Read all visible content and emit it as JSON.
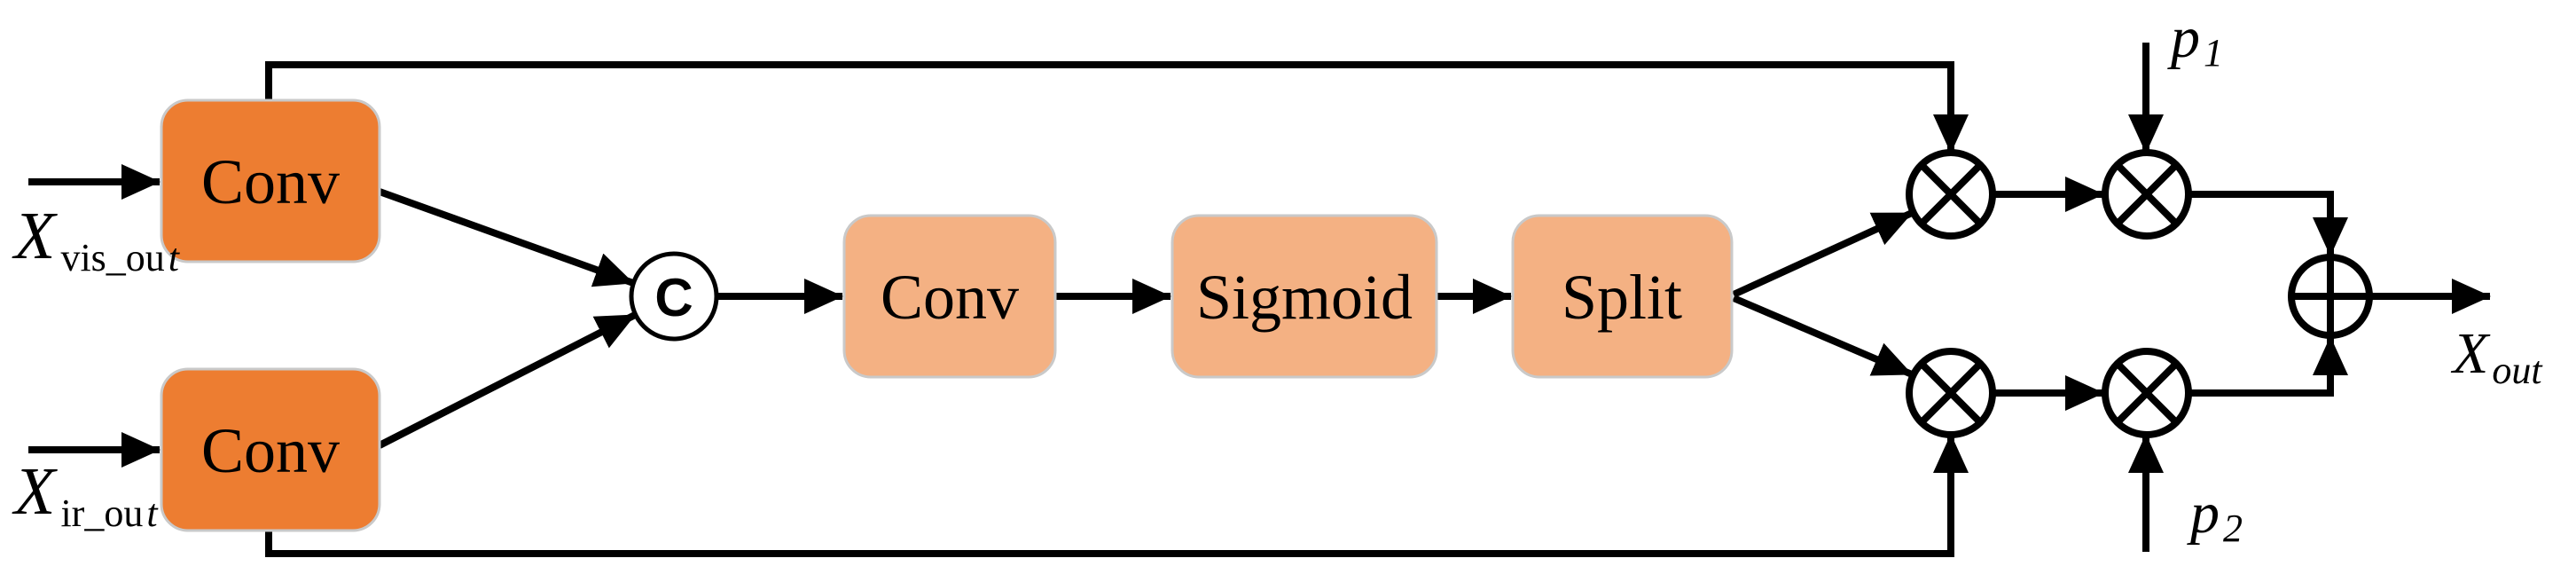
{
  "diagram": {
    "colors": {
      "conv_input_fill": "#ED7D31",
      "process_fill": "#F4B183",
      "box_border": "#C9C9C9",
      "line_color": "#000000",
      "operator_fill": "#FFFFFF",
      "background": "#FFFFFF"
    },
    "boxes": {
      "conv_vis": "Conv",
      "conv_ir": "Conv",
      "conv_fuse": "Conv",
      "sigmoid": "Sigmoid",
      "split": "Split"
    },
    "operators": {
      "concat": "C",
      "multiply": "⊗",
      "add": "⊕"
    },
    "labels": {
      "x_vis": {
        "base": "X",
        "sub": "vis_ou",
        "sub_tail": "t"
      },
      "x_ir": {
        "base": "X",
        "sub": "ir_ou",
        "sub_tail": "t"
      },
      "p1": {
        "base": "p",
        "sub": "1"
      },
      "p2": {
        "base": "p",
        "sub": "2"
      },
      "x_out": {
        "base": "X",
        "sub": "out"
      }
    }
  }
}
